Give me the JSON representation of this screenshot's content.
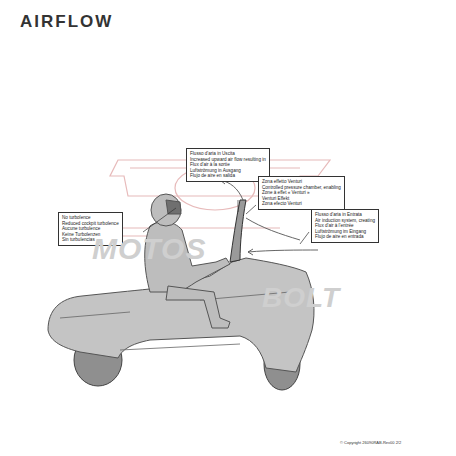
{
  "diagram": {
    "nodes": [
      {
        "text": [
          "No turbolence",
          "Reduced cockpit turbolence",
          "Aucune turbulence",
          "Keine Turbolenzen",
          "Sin turbulencias"
        ]
      },
      {
        "text": [
          "Flusso d'aria in Uscita",
          "Increased upward air flow resulting in",
          "Flux d'air à la sortie",
          "Luftströmung in Ausgang",
          "Flujo de aire en salida"
        ]
      },
      {
        "text": [
          "Zona effetto Venturi",
          "Controlled pressure chamber, enabling",
          "Zone à effet « Venturi »",
          "Venturi Effekt",
          "Zona efecto Venturi"
        ]
      },
      {
        "text": [
          "Flusso d'aria in Entrata",
          "Air induction system, creating",
          "Flux d'air à l'entrée",
          "Luftströmung im Eingang",
          "Flujo de aire en entrada"
        ]
      }
    ],
    "labels": [
      "AIRFLOW",
      "MOTOS",
      "BOLT",
      "© Copyright 26090RAB-Rev00 2/2"
    ]
  }
}
